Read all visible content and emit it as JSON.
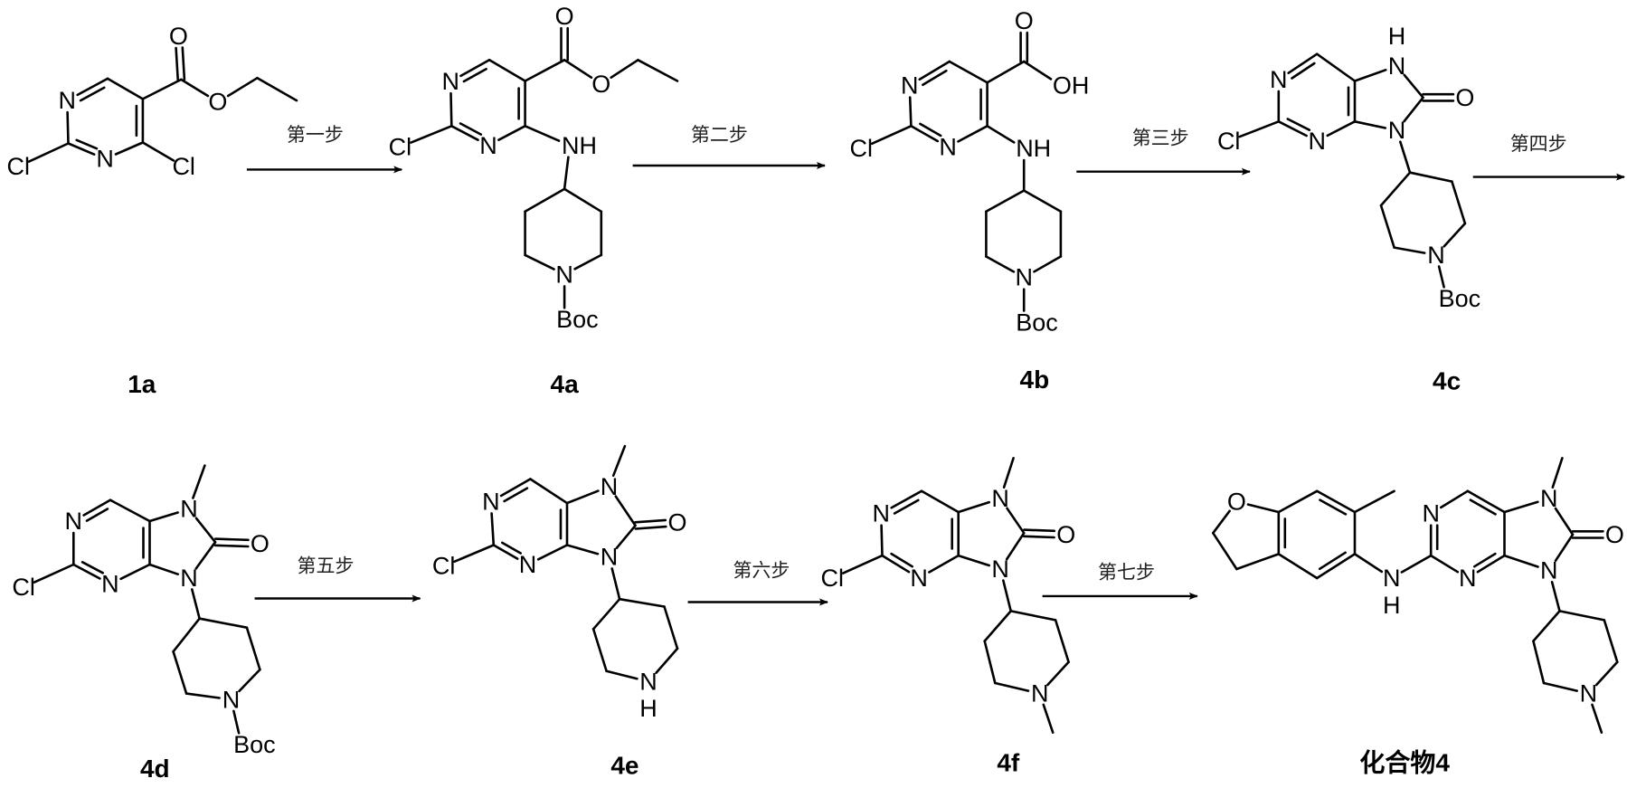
{
  "steps": [
    "第一步",
    "第二步",
    "第三步",
    "第四步",
    "第五步",
    "第六步",
    "第七步"
  ],
  "compounds": [
    {
      "label": "1a",
      "atom_labels": [
        "N",
        "N",
        "Cl",
        "Cl",
        "O",
        "O"
      ]
    },
    {
      "label": "4a",
      "atom_labels": [
        "N",
        "N",
        "Cl",
        "NH",
        "O",
        "O",
        "N",
        "Boc"
      ]
    },
    {
      "label": "4b",
      "atom_labels": [
        "N",
        "N",
        "Cl",
        "NH",
        "O",
        "OH",
        "N",
        "Boc"
      ]
    },
    {
      "label": "4c",
      "atom_labels": [
        "N",
        "N",
        "Cl",
        "N",
        "H",
        "O",
        "N",
        "N",
        "Boc"
      ]
    },
    {
      "label": "4d",
      "atom_labels": [
        "N",
        "N",
        "Cl",
        "N",
        "O",
        "N",
        "N",
        "Boc"
      ]
    },
    {
      "label": "4e",
      "atom_labels": [
        "N",
        "N",
        "Cl",
        "N",
        "O",
        "N",
        "N",
        "H"
      ]
    },
    {
      "label": "4f",
      "atom_labels": [
        "N",
        "N",
        "Cl",
        "N",
        "O",
        "N",
        "N"
      ]
    },
    {
      "label": "化合物4",
      "atom_labels": [
        "O",
        "N",
        "H",
        "N",
        "N",
        "N",
        "O",
        "N",
        "N"
      ]
    }
  ],
  "colors": {
    "ink": "#000000",
    "background": "#ffffff"
  }
}
